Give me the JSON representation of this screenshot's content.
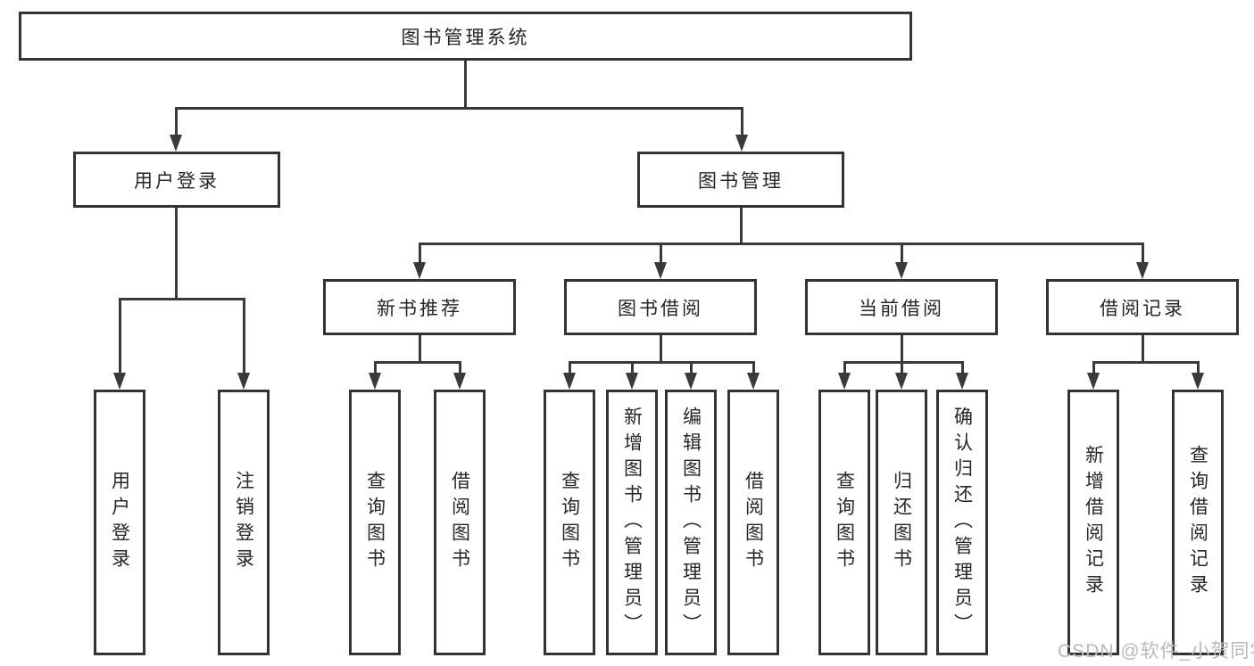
{
  "tree": {
    "root": {
      "label": "图书管理系统"
    },
    "branches": [
      {
        "label": "用户登录",
        "children": [
          {
            "label": "用户登录"
          },
          {
            "label": "注销登录"
          }
        ]
      },
      {
        "label": "图书管理",
        "children": [
          {
            "label": "新书推荐",
            "children": [
              {
                "label": "查询图书"
              },
              {
                "label": "借阅图书"
              }
            ]
          },
          {
            "label": "图书借阅",
            "children": [
              {
                "label": "查询图书"
              },
              {
                "label": "新增图书（管理员）"
              },
              {
                "label": "编辑图书（管理员）"
              },
              {
                "label": "借阅图书"
              }
            ]
          },
          {
            "label": "当前借阅",
            "children": [
              {
                "label": "查询图书"
              },
              {
                "label": "归还图书"
              },
              {
                "label": "确认归还（管理员）"
              }
            ]
          },
          {
            "label": "借阅记录",
            "children": [
              {
                "label": "新增借阅记录"
              },
              {
                "label": "查询借阅记录"
              }
            ]
          }
        ]
      }
    ]
  },
  "watermark": {
    "text": "CSDN @软件_小贺同学"
  },
  "colors": {
    "background": "#ffffff",
    "box_border": "#333333",
    "line": "#3a3a3a",
    "text": "#262626",
    "watermark": "#b9b9b9"
  }
}
